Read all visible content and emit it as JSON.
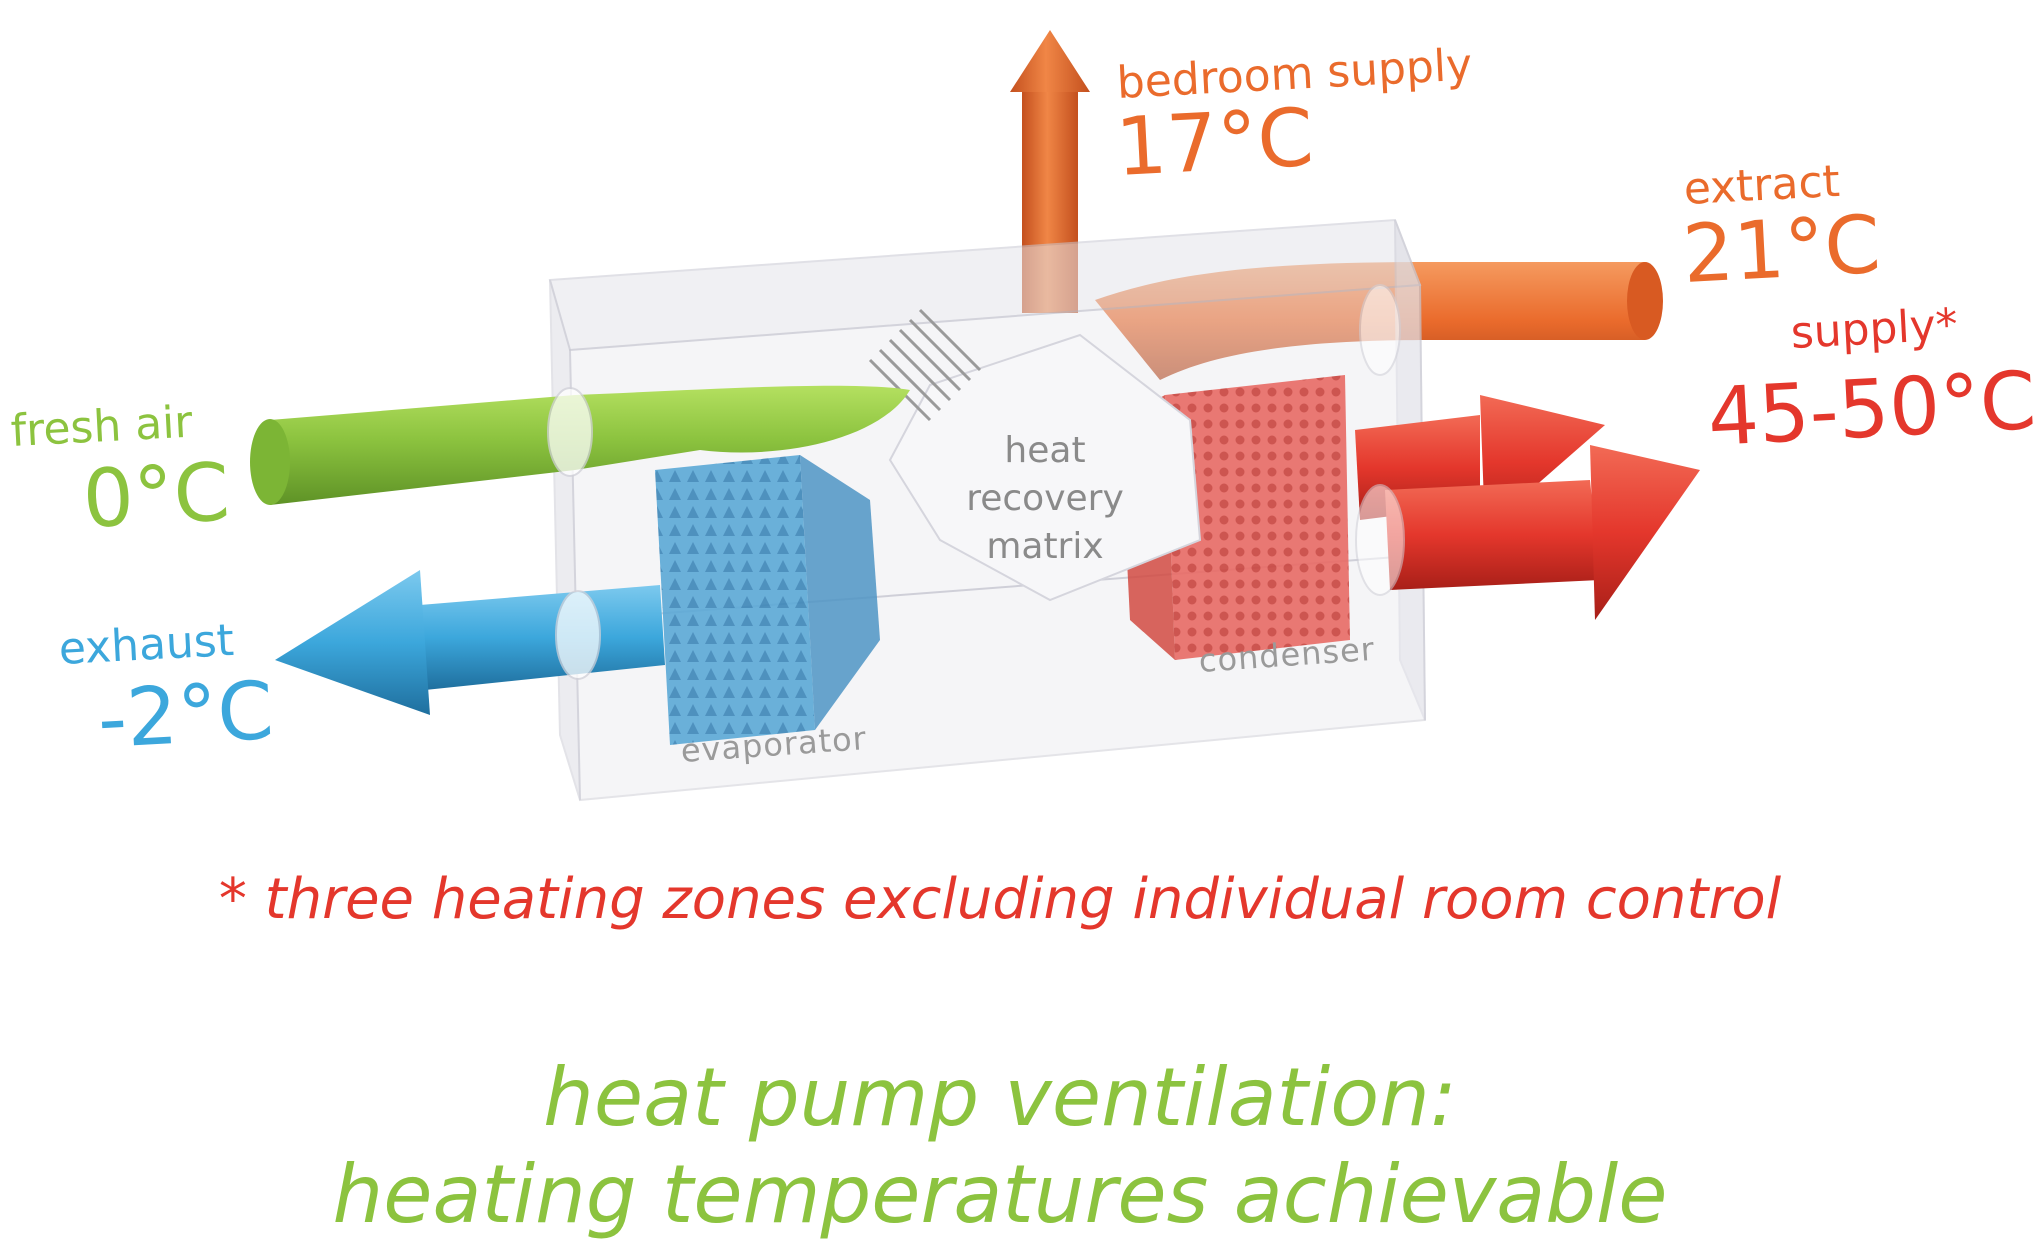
{
  "colors": {
    "fresh": "#8cc33f",
    "exhaust": "#3ca7dc",
    "bedroom": "#ea6b2c",
    "extract": "#ea6b2c",
    "supply": "#e4372c",
    "footnote": "#e4372c",
    "title": "#8cc33f",
    "part_label": "#9a9a9a"
  },
  "labels": {
    "fresh_air": {
      "name": "fresh air",
      "temp": "0°C"
    },
    "exhaust": {
      "name": "exhaust",
      "temp": "-2°C"
    },
    "bedroom_supply": {
      "name": "bedroom supply",
      "temp": "17°C"
    },
    "extract": {
      "name": "extract",
      "temp": "21°C"
    },
    "supply": {
      "name": "supply*",
      "temp": "45-50°C"
    }
  },
  "components": {
    "matrix": [
      "heat",
      "recovery",
      "matrix"
    ],
    "evaporator": "evaporator",
    "condenser": "condenser"
  },
  "footnote": "* three heating zones excluding individual room control",
  "title": {
    "line1": "heat pump ventilation:",
    "line2": "heating temperatures achievable"
  }
}
